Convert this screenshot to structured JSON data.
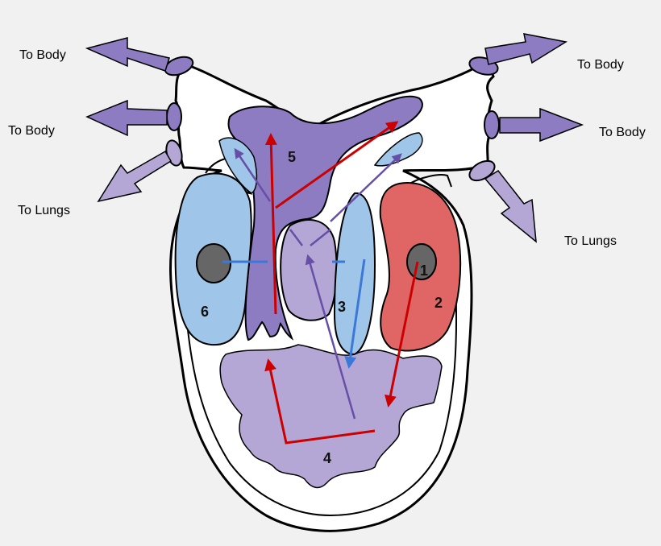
{
  "labels": {
    "to_body_upper_left": "To Body",
    "to_body_lower_left": "To Body",
    "to_lungs_left": "To Lungs",
    "to_body_upper_right": "To Body",
    "to_body_lower_right": "To Body",
    "to_lungs_right": "To Lungs"
  },
  "numbers": {
    "n1": "1",
    "n2": "2",
    "n3": "3",
    "n4": "4",
    "n5": "5",
    "n6": "6"
  },
  "colors": {
    "background": "#f1f1f1",
    "body_fill": "#ffffff",
    "outline": "#000000",
    "dark_purple": "#8e7cc3",
    "light_purple": "#b4a7d6",
    "light_blue": "#9fc5e8",
    "red_chamber": "#e06666",
    "node_gray": "#666666",
    "red_arrow": "#cc0000",
    "purple_arrow": "#674ea7",
    "blue_arrow": "#3c78d8"
  }
}
